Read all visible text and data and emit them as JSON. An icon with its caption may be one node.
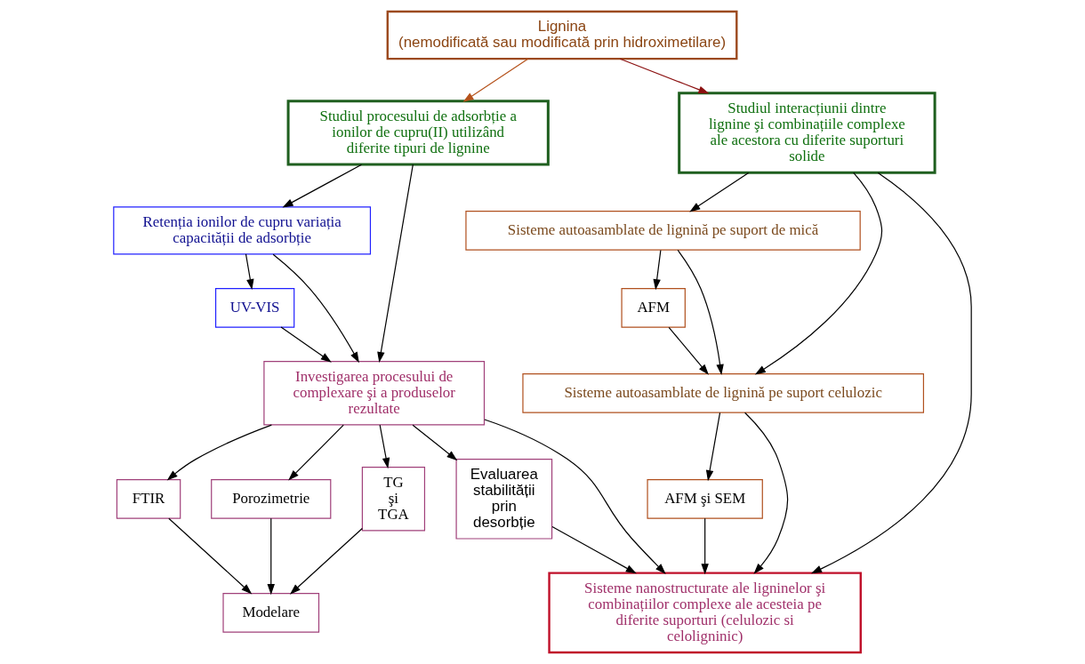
{
  "diagram": {
    "nodes": [
      {
        "text": [
          "Lignina",
          "(nemodificată sau modificată prin hidroximetilare)"
        ]
      },
      {
        "text": [
          "Studiul procesului de adsorbție a ionilor de cupru(II) utilizând diferite tipuri de lignine"
        ]
      },
      {
        "text": [
          "Studiul interacțiunii dintre lignine şi combinațiile complexe ale acestora cu diferite suporturi solide"
        ]
      },
      {
        "text": [
          "Retenția ionilor de cupru variația capacității de adsorbție"
        ]
      },
      {
        "text": [
          "UV-VIS"
        ]
      },
      {
        "text": [
          "Investigarea procesului de complexare şi a produselor rezultate"
        ]
      },
      {
        "text": [
          "FTIR"
        ]
      },
      {
        "text": [
          "Porozimetrie"
        ]
      },
      {
        "text": [
          "TG şi TGA"
        ]
      },
      {
        "text": [
          "Evaluarea stabilității prin desorbție"
        ]
      },
      {
        "text": [
          "Modelare"
        ]
      },
      {
        "text": [
          "Sisteme autoasamblate de lignină pe suport de mică"
        ]
      },
      {
        "text": [
          "AFM"
        ]
      },
      {
        "text": [
          "Sisteme autoasamblate de lignină pe suport celulozic"
        ]
      },
      {
        "text": [
          "AFM şi SEM"
        ]
      },
      {
        "text": [
          "Sisteme nanostructurate ale ligninelor şi combinațiilor complexe ale acesteia pe diferite suporturi (celulozic si celoligninic)"
        ]
      }
    ],
    "edges": [
      {
        "from": 0,
        "to": 1,
        "arrow": "to",
        "color": "#b5521b"
      },
      {
        "from": 0,
        "to": 2,
        "arrow": "to",
        "color": "#8b1010"
      },
      {
        "from": 1,
        "to": 3,
        "arrow": "to"
      },
      {
        "from": 1,
        "to": 5,
        "arrow": "to"
      },
      {
        "from": 3,
        "to": 4,
        "arrow": "to"
      },
      {
        "from": 3,
        "to": 5,
        "arrow": "to"
      },
      {
        "from": 4,
        "to": 5,
        "arrow": "to"
      },
      {
        "from": 5,
        "to": 6,
        "arrow": "to"
      },
      {
        "from": 5,
        "to": 7,
        "arrow": "to"
      },
      {
        "from": 5,
        "to": 8,
        "arrow": "to"
      },
      {
        "from": 5,
        "to": 9,
        "arrow": "to"
      },
      {
        "from": 5,
        "to": 15,
        "arrow": "to"
      },
      {
        "from": 6,
        "to": 10,
        "arrow": "to"
      },
      {
        "from": 7,
        "to": 10,
        "arrow": "to"
      },
      {
        "from": 8,
        "to": 10,
        "arrow": "to"
      },
      {
        "from": 9,
        "to": 15,
        "arrow": "to"
      },
      {
        "from": 2,
        "to": 11,
        "arrow": "to"
      },
      {
        "from": 2,
        "to": 13,
        "arrow": "to"
      },
      {
        "from": 2,
        "to": 15,
        "arrow": "to"
      },
      {
        "from": 11,
        "to": 12,
        "arrow": "to"
      },
      {
        "from": 11,
        "to": 13,
        "arrow": "to"
      },
      {
        "from": 12,
        "to": 13,
        "arrow": "to"
      },
      {
        "from": 13,
        "to": 14,
        "arrow": "to"
      },
      {
        "from": 13,
        "to": 15,
        "arrow": "to"
      },
      {
        "from": 14,
        "to": 15,
        "arrow": "to"
      }
    ]
  }
}
